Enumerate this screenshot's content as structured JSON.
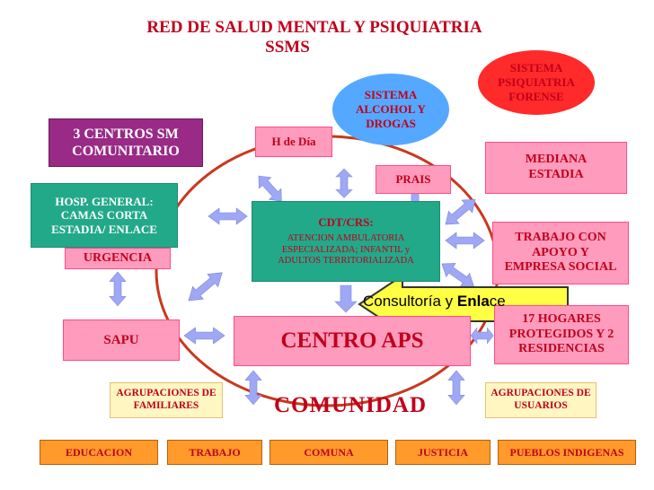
{
  "title": {
    "line1": "RED DE SALUD MENTAL Y PSIQUIATRIA",
    "line2": "SSMS"
  },
  "nodes": {
    "sistema_forense": "SISTEMA PSIQUIATRIA FORENSE",
    "sistema_alcohol": "SISTEMA ALCOHOL Y DROGAS",
    "centros_sm": "3 CENTROS SM COMUNITARIO",
    "h_dia": "H de Día",
    "mediana_estadia": "MEDIANA ESTADIA",
    "prais": "PRAIS",
    "hosp_general": "HOSP. GENERAL: CAMAS CORTA ESTADIA/ ENLACE",
    "cdt_title": "CDT/CRS:",
    "cdt_body": "ATENCION AMBULATORIA ESPECIALIZADA; INFANTIL y ADULTOS TERRITORIALIZADA",
    "trabajo_apoyo": "TRABAJO CON APOYO Y EMPRESA SOCIAL",
    "urgencia": "URGENCIA",
    "hogares": "17 HOGARES PROTEGIDOS Y 2 RESIDENCIAS",
    "sapu": "SAPU",
    "centro_aps": "CENTRO APS",
    "agrup_familiares": "AGRUPACIONES DE FAMILIARES",
    "comunidad": "COMUNIDAD",
    "agrup_usuarios": "AGRUPACIONES DE USUARIOS"
  },
  "callout": {
    "prefix": "Consultoría y ",
    "bold_part": "Enla",
    "suffix": "ce"
  },
  "footer": [
    "EDUCACION",
    "TRABAJO",
    "COMUNA",
    "JUSTICIA",
    "PUEBLOS INDIGENAS"
  ],
  "colors": {
    "title": "#c0001a",
    "green": "#22a98a",
    "pink": "#ff9bbd",
    "purple": "#992a86",
    "cream": "#fff6c2",
    "orange": "#ff9a2b",
    "arrow": "#9fa8f5",
    "circle": "#c8391c",
    "ellipse_forense": "#ff2a2a",
    "ellipse_alcohol": "#55a8ff",
    "callout": "#ffff44"
  }
}
